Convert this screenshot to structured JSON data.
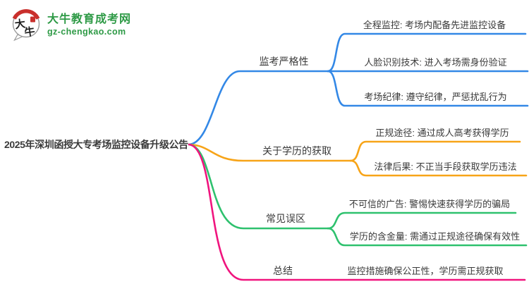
{
  "site": {
    "name": "大牛教育成考网",
    "domain": "gz-chengkao.com",
    "logo": {
      "char1": "大",
      "char2": "牛"
    },
    "brand_color": "#2e9a46",
    "logo_seal_color": "#c9302c"
  },
  "mindmap": {
    "root": "2025年深圳函授大专考场监控设备升级公告",
    "branches": [
      {
        "label": "监考严格性",
        "color": "#3388e6",
        "children": [
          "全程监控: 考场内配备先进监控设备",
          "人脸识别技术: 进入考场需身份验证",
          "考场纪律: 遵守纪律，严惩扰乱行为"
        ]
      },
      {
        "label": "关于学历的获取",
        "color": "#f7a418",
        "children": [
          "正规途径: 通过成人高考获得学历",
          "法律后果: 不正当手段获取学历违法"
        ]
      },
      {
        "label": "常见误区",
        "color": "#2ec16e",
        "children": [
          "不可信的广告: 警惕快速获得学历的骗局",
          "学历的含金量: 需通过正规途径确保有效性"
        ]
      },
      {
        "label": "总结",
        "color": "#f0147e",
        "children": [
          "监控措施确保公正性，学历需正规获取"
        ]
      }
    ]
  }
}
